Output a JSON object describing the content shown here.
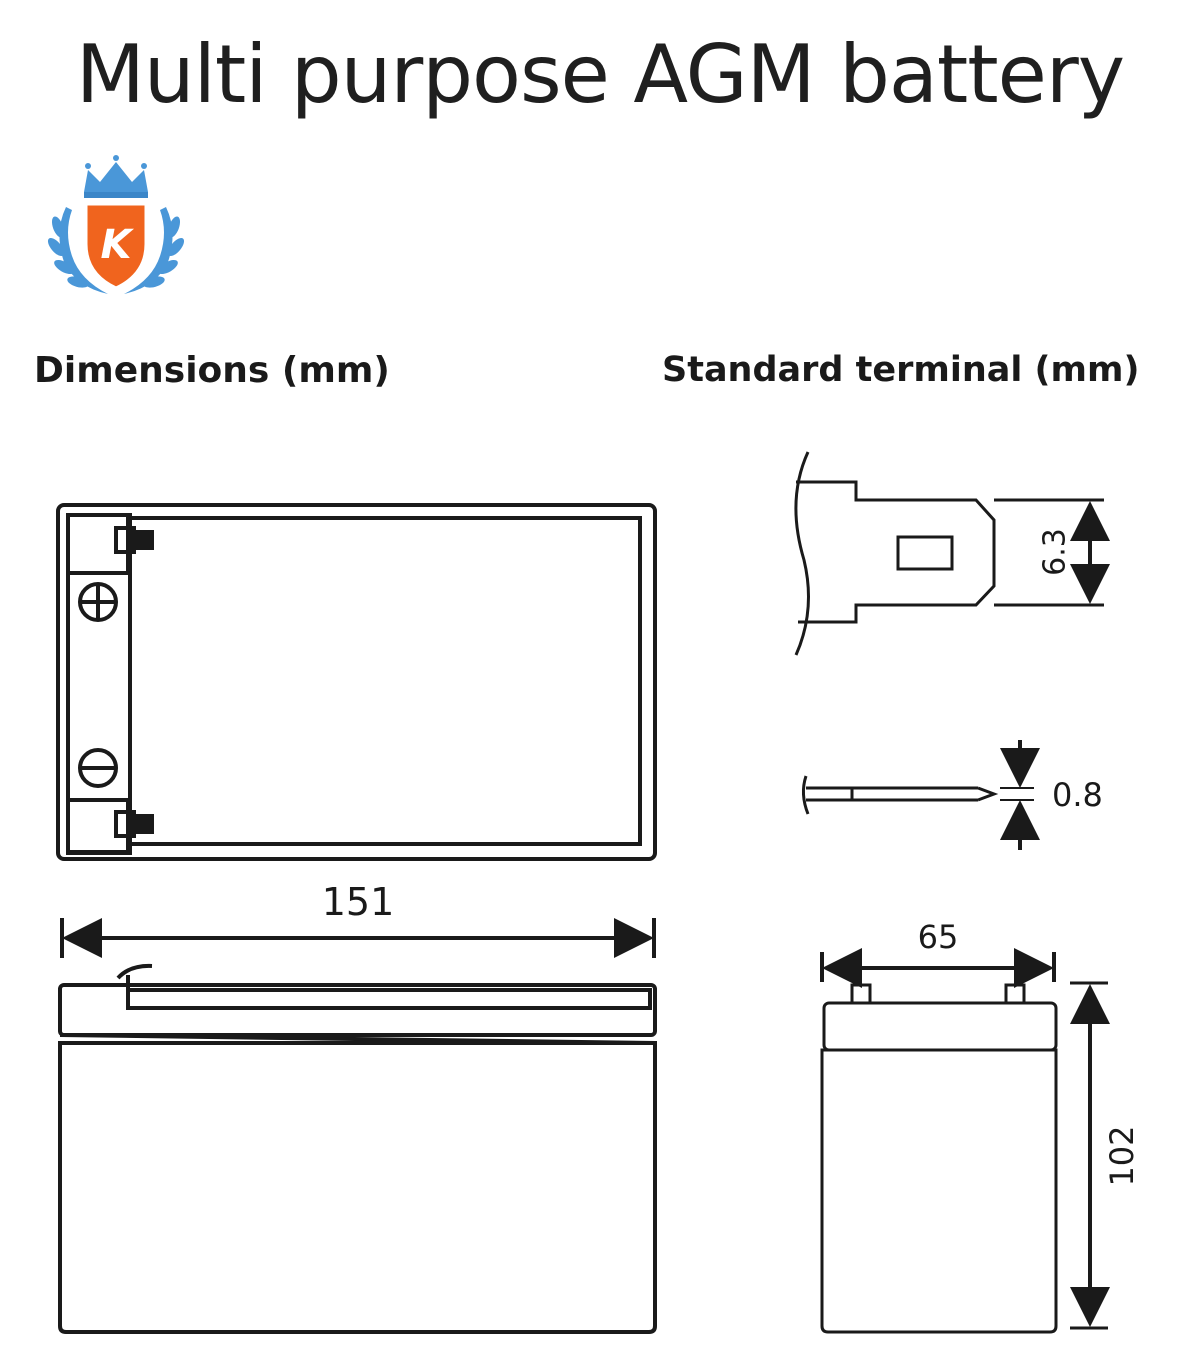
{
  "title": "Multi purpose AGM battery",
  "logo": {
    "icon": "crown-shield-laurel-logo",
    "letter": "K",
    "colors": {
      "wreath": "#4a97d8",
      "shield": "#f0641e"
    }
  },
  "sections": {
    "dimensions_label": "Dimensions (mm)",
    "terminal_label": "Standard terminal (mm)"
  },
  "dimensions": {
    "length": "151",
    "width": "65",
    "height": "102",
    "terminal_width": "6.3",
    "terminal_thickness": "0.8"
  },
  "symbols": {
    "positive": "+",
    "negative": "−"
  },
  "colors": {
    "line": "#1a1a1a",
    "background": "#ffffff"
  }
}
